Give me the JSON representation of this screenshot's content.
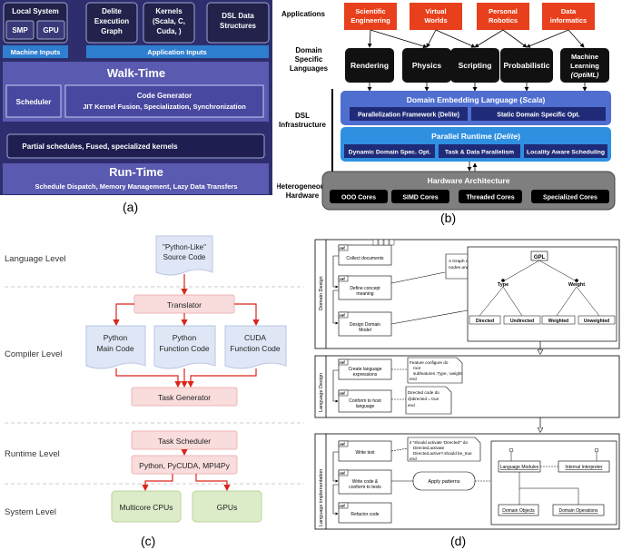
{
  "panel_a": {
    "caption": "(a)",
    "top_boxes": [
      {
        "label": "Local System"
      },
      {
        "label": "Delite Execution Graph"
      },
      {
        "label": "Kernels (Scala, C, Cuda, )"
      },
      {
        "label": "DSL Data Structures"
      }
    ],
    "smp": "SMP",
    "gpu": "GPU",
    "machine_inputs": "Machine Inputs",
    "application_inputs": "Application Inputs",
    "walk_time": "Walk-Time",
    "scheduler": "Scheduler",
    "code_gen_title": "Code Generator",
    "code_gen_sub": "JIT Kernel Fusion, Specialization, Synchronization",
    "partial": "Partial schedules, Fused, specialized kernels",
    "run_time": "Run-Time",
    "run_time_sub": "Schedule Dispatch, Memory Management, Lazy Data Transfers"
  },
  "panel_b": {
    "caption": "(b)",
    "row_labels": [
      "Applications",
      "Domain Specific Languages",
      "DSL Infrastructure",
      "Heterogeneous Hardware"
    ],
    "apps": [
      "Scientific Engineering",
      "Virtual Worlds",
      "Personal Robotics",
      "Data informatics"
    ],
    "dsls": [
      "Rendering",
      "Physics",
      "Scripting",
      "Probabilistic",
      "Machine Learning (OptiML)"
    ],
    "del_title": "Domain Embedding Language (Scala)",
    "del_items": [
      "Parallelization Framework (Delite)",
      "Static Domain Specific Opt."
    ],
    "pr_title": "Parallel Runtime (Delite)",
    "pr_items": [
      "Dynamic Domain Spec. Opt.",
      "Task & Data Parallelism",
      "Locality Aware Scheduling"
    ],
    "hw_title": "Hardware Architecture",
    "hw_items": [
      "OOO Cores",
      "SIMD Cores",
      "Threaded Cores",
      "Specialized Cores"
    ],
    "colors": {
      "app": "#e8401c",
      "dsl": "#111111",
      "blue": "#4f6fd0",
      "hw": "#7f7f7f"
    }
  },
  "panel_c": {
    "caption": "(c)",
    "levels": [
      "Language Level",
      "Compiler Level",
      "Runtime Level",
      "System Level"
    ],
    "source": "\"Python-Like\" Source Code",
    "translator": "Translator",
    "outputs": [
      "Python Main Code",
      "Python Function Code",
      "CUDA Function Code"
    ],
    "task_generator": "Task Generator",
    "task_scheduler": "Task Scheduler",
    "runtimes": "Python, PyCUDA, MPI4Py",
    "targets": [
      "Multicore CPUs",
      "GPUs"
    ]
  },
  "panel_d": {
    "caption": "(d)",
    "lanes": [
      "Domain Design",
      "Language Design",
      "Language implementation"
    ],
    "ref": "ref",
    "dd_steps": [
      "Collect documents",
      "Define concept meaning",
      "Design Domain Model"
    ],
    "dd_note": "A Graph consists of nodes and edges",
    "tree": {
      "root": "GPL",
      "mid": [
        "Type",
        "Weight"
      ],
      "leaves": [
        "Directed",
        "Undirected",
        "Weighted",
        "Unweighted"
      ]
    },
    "ld_steps": [
      "Create language expressions",
      "Conform to host language"
    ],
    "ld_note1": "Feature configure do root subfeatures :Type, :weight end",
    "ld_note2": "Directed code do @directed = true end",
    "li_steps": [
      "Write test",
      "Write code & conform to tests",
      "Refactor code"
    ],
    "li_note": "it \"should activate 'Directed'\" do Directed.activate Directed.active?.should be_true end",
    "apply_patterns": "Apply patterns",
    "modules": [
      "Language Modules",
      "Internal Interpreter",
      "Domain Objects",
      "Domain Operations"
    ]
  }
}
